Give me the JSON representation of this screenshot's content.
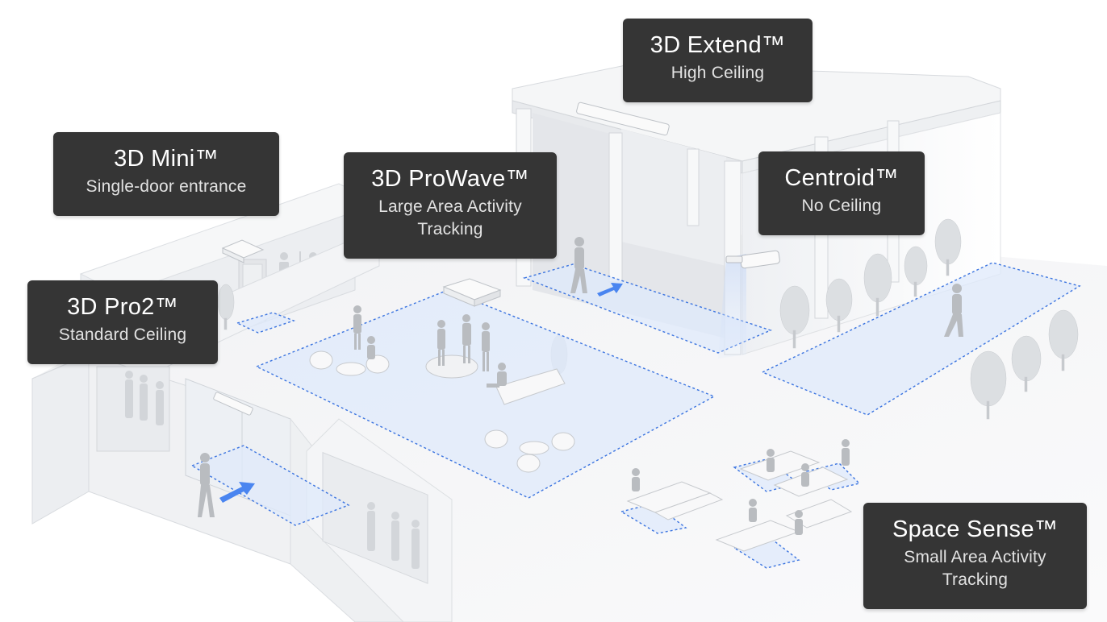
{
  "callouts": {
    "extend": {
      "title": "3D Extend™",
      "subtitle": "High Ceiling"
    },
    "mini": {
      "title": "3D Mini™",
      "subtitle": "Single-door entrance"
    },
    "prowave": {
      "title": "3D ProWave™",
      "subtitle": "Large Area Activity Tracking"
    },
    "centroid": {
      "title": "Centroid™",
      "subtitle": "No Ceiling"
    },
    "pro2": {
      "title": "3D Pro2™",
      "subtitle": "Standard Ceiling"
    },
    "space_sense": {
      "title": "Space Sense™",
      "subtitle": "Small Area Activity Tracking"
    }
  },
  "colors": {
    "callout_bg": "#353535",
    "callout_text": "#ffffff",
    "zone_fill": "#dfe9fb",
    "zone_border": "#3b74e0",
    "arrow": "#4a85f0",
    "building": "#f2f3f5",
    "figure": "#b9bcc0"
  }
}
